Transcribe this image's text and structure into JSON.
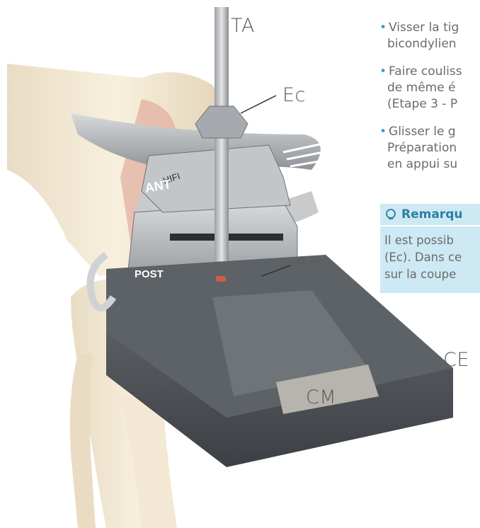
{
  "labels": {
    "ta": "TA",
    "ec": "Ec",
    "en": "En",
    "ce": "CE",
    "cm": "CM",
    "hifi": "HIFI",
    "ant": "ANT",
    "post": "POST"
  },
  "bullets": [
    {
      "line1": "Visser la tig",
      "line2": "bicondylien"
    },
    {
      "line1": "Faire couliss",
      "line2": "de même é",
      "line3": "(Etape 3 - P"
    },
    {
      "line1": "Glisser le g",
      "line2": "Préparation",
      "line3": "en appui su"
    }
  ],
  "remark": {
    "title": "Remarqu",
    "lines": [
      "Il est possib",
      "(Ec). Dans ce",
      "sur la coupe"
    ]
  },
  "colors": {
    "accent": "#3aa0c8",
    "remark_bg": "#cde9f3",
    "remark_title": "#2c7ea3",
    "bone": "#f1e6cf",
    "metal": "#b5b8bb",
    "dark_guide": "#4e5257"
  }
}
